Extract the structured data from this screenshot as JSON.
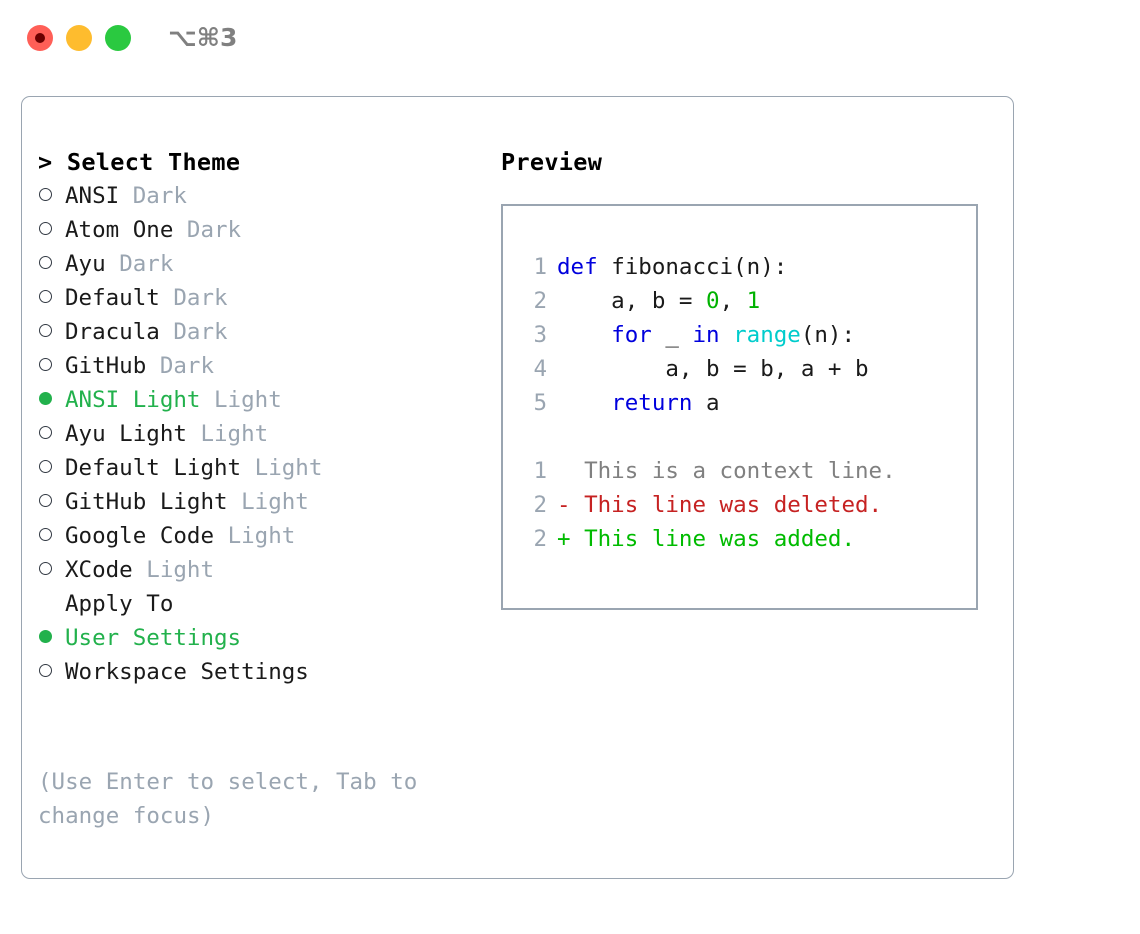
{
  "titlebar": {
    "shortcut": "⌥⌘3",
    "buttons": {
      "close": "close-button",
      "minimize": "minimize-button",
      "maximize": "maximize-button"
    }
  },
  "left": {
    "heading": "> Select Theme",
    "themes": [
      {
        "marker": "○",
        "selected": false,
        "name": "ANSI",
        "kind": "Dark"
      },
      {
        "marker": "○",
        "selected": false,
        "name": "Atom One",
        "kind": "Dark"
      },
      {
        "marker": "○",
        "selected": false,
        "name": "Ayu",
        "kind": "Dark"
      },
      {
        "marker": "○",
        "selected": false,
        "name": "Default",
        "kind": "Dark"
      },
      {
        "marker": "○",
        "selected": false,
        "name": "Dracula",
        "kind": "Dark"
      },
      {
        "marker": "○",
        "selected": false,
        "name": "GitHub",
        "kind": "Dark"
      },
      {
        "marker": "●",
        "selected": true,
        "name": "ANSI Light",
        "kind": "Light"
      },
      {
        "marker": "○",
        "selected": false,
        "name": "Ayu Light",
        "kind": "Light"
      },
      {
        "marker": "○",
        "selected": false,
        "name": "Default Light",
        "kind": "Light"
      },
      {
        "marker": "○",
        "selected": false,
        "name": "GitHub Light",
        "kind": "Light"
      },
      {
        "marker": "○",
        "selected": false,
        "name": "Google Code",
        "kind": "Light"
      },
      {
        "marker": "○",
        "selected": false,
        "name": "XCode",
        "kind": "Light"
      }
    ],
    "apply_heading": "Apply To",
    "apply_options": [
      {
        "marker": "●",
        "selected": true,
        "label": "User Settings"
      },
      {
        "marker": "○",
        "selected": false,
        "label": "Workspace Settings"
      }
    ],
    "hint": "(Use Enter to select, Tab to change focus)"
  },
  "right": {
    "title": "Preview",
    "code_lines": [
      {
        "no": "1",
        "segments": [
          {
            "t": "def ",
            "c": "kw"
          },
          {
            "t": "fibonacci(n):",
            "c": "txt"
          }
        ]
      },
      {
        "no": "2",
        "segments": [
          {
            "t": "    a, b = ",
            "c": "txt"
          },
          {
            "t": "0",
            "c": "num"
          },
          {
            "t": ", ",
            "c": "txt"
          },
          {
            "t": "1",
            "c": "num"
          }
        ]
      },
      {
        "no": "3",
        "segments": [
          {
            "t": "    ",
            "c": "txt"
          },
          {
            "t": "for",
            "c": "kw"
          },
          {
            "t": " _ ",
            "c": "txt"
          },
          {
            "t": "in",
            "c": "kw"
          },
          {
            "t": " ",
            "c": "txt"
          },
          {
            "t": "range",
            "c": "fn"
          },
          {
            "t": "(n):",
            "c": "txt"
          }
        ]
      },
      {
        "no": "4",
        "segments": [
          {
            "t": "        a, b = b, a + b",
            "c": "txt"
          }
        ]
      },
      {
        "no": "5",
        "segments": [
          {
            "t": "    ",
            "c": "txt"
          },
          {
            "t": "return",
            "c": "kw"
          },
          {
            "t": " a",
            "c": "txt"
          }
        ]
      }
    ],
    "diff_lines": [
      {
        "no": "1",
        "text": "  This is a context line.",
        "kind": "ctx"
      },
      {
        "no": "2",
        "text": "- This line was deleted.",
        "kind": "del"
      },
      {
        "no": "2",
        "text": "+ This line was added.",
        "kind": "add"
      }
    ]
  },
  "colors": {
    "accent_green": "#22b14c",
    "muted": "#9aa5b1",
    "keyword_blue": "#0000dd",
    "number_green": "#00b200",
    "function_cyan": "#00cccc",
    "diff_delete_red": "#c62222",
    "diff_add_green": "#00bb00",
    "traffic_red": "#ff5f57",
    "traffic_yellow": "#febc2e",
    "traffic_green": "#2ac940"
  }
}
